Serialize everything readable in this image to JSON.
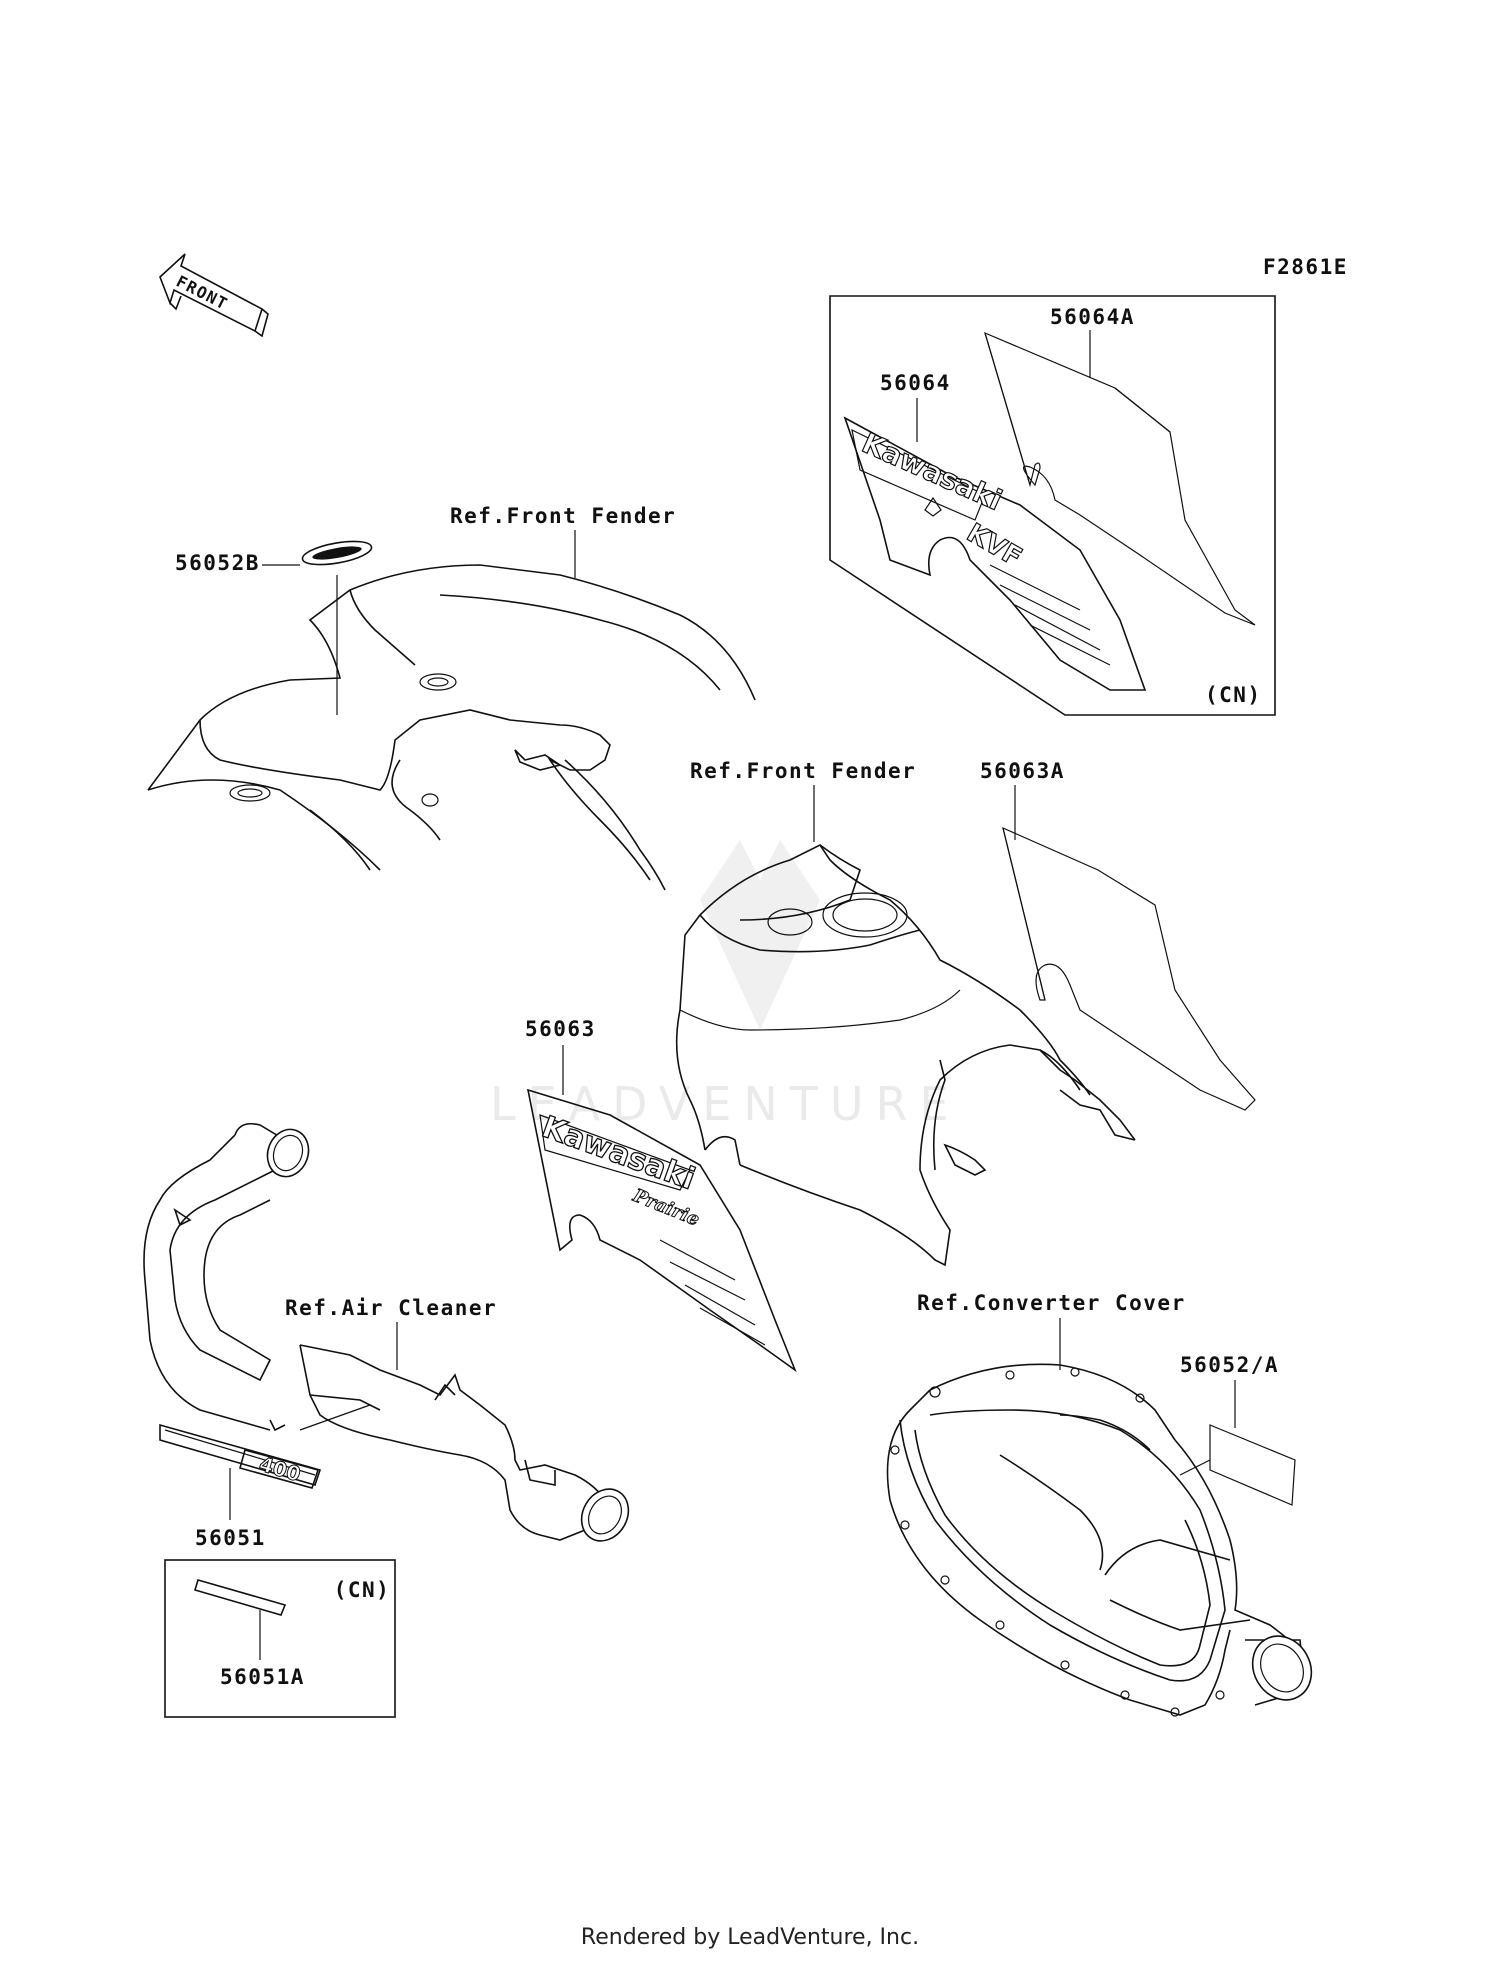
{
  "figure_code": "F2861E",
  "front_arrow_label": "FRONT",
  "watermark": "LEADVENTURE",
  "footer": "Rendered by LeadVenture, Inc.",
  "decal_text": {
    "kawasaki": "Kawasaki",
    "kvf": "KVF",
    "model": "Prairie",
    "displacement": "400"
  },
  "labels": {
    "p56064A": "56064A",
    "p56064": "56064",
    "cn_top": "(CN)",
    "ref_front_fender_1": "Ref.Front Fender",
    "p56052B": "56052B",
    "ref_front_fender_2": "Ref.Front Fender",
    "p56063A": "56063A",
    "p56063": "56063",
    "ref_air_cleaner": "Ref.Air Cleaner",
    "ref_converter_cover": "Ref.Converter Cover",
    "p56052A": "56052/A",
    "p56051": "56051",
    "cn_bottom": "(CN)",
    "p56051A": "56051A"
  }
}
